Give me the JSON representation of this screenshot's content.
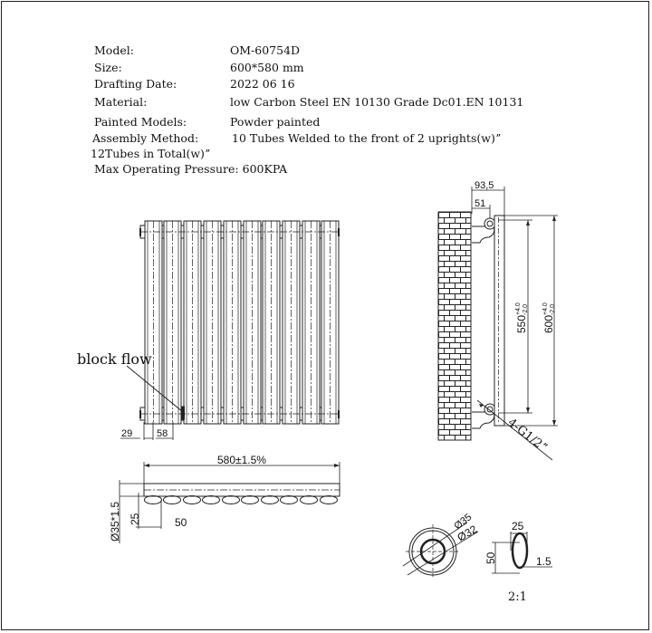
{
  "specs": {
    "model": {
      "label": "Model:",
      "value": "OM-60754D"
    },
    "size": {
      "label": "Size:",
      "value": "600*580 mm"
    },
    "drafting_date": {
      "label": "Drafting Date:",
      "value": "2022 06 16"
    },
    "material": {
      "label": "Material:",
      "value": "low Carbon Steel  EN 10130 Grade Dc01.EN 10131"
    },
    "painted_models": {
      "label": "Painted Models:",
      "value": "Powder painted"
    },
    "assembly_method": {
      "label": "Assembly Method:",
      "value": "10 Tubes Welded to the front of 2 uprights(w)ˮ"
    },
    "tubes_total": "12Tubes in Total(w)ˮ",
    "max_pressure": "Max Operating Pressure: 600KPA"
  },
  "front_view": {
    "tube_count": 10,
    "annotation": "block flow",
    "dim_left_offset": "29",
    "dim_tube_pitch": "58"
  },
  "side_view": {
    "dim_depth": "93,5",
    "dim_bracket": "51",
    "dim_centers": "550",
    "dim_centers_tol_upper": "+4.0",
    "dim_centers_tol_lower": "-2.0",
    "dim_height": "600",
    "dim_height_tol_upper": "+4.0",
    "dim_height_tol_lower": "-2.0",
    "connection": "4-G1/2ˮ"
  },
  "top_view": {
    "dim_width": "580±1.5%",
    "dim_upright": "Ø35*1.5",
    "dim_tube_depth": "25",
    "dim_tube_width": "50"
  },
  "section_detail": {
    "dim_outer": "Ø35",
    "dim_inner": "Ø32",
    "dim_tube_width": "25",
    "dim_tube_height": "50",
    "dim_wall": "1.5",
    "scale": "2:1"
  }
}
